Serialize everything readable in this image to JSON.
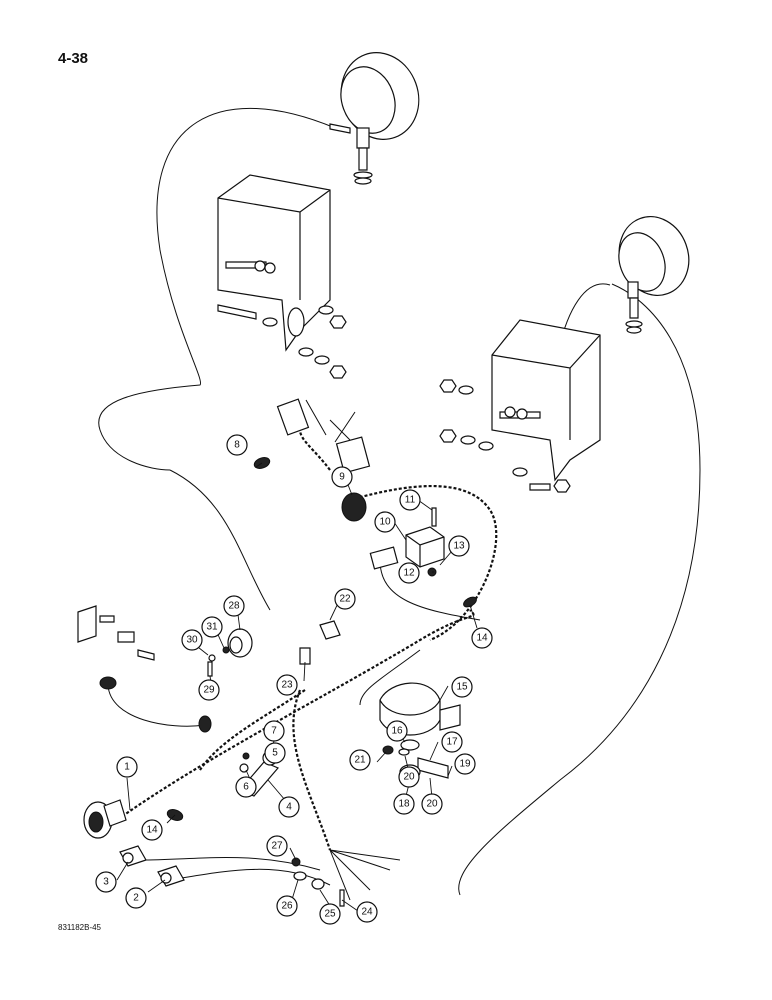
{
  "page": {
    "number": "4-38",
    "drawing_code": "831182B-45"
  },
  "callouts": [
    "1",
    "2",
    "3",
    "4",
    "5",
    "6",
    "7",
    "8",
    "9",
    "10",
    "11",
    "12",
    "13",
    "14",
    "14",
    "15",
    "16",
    "17",
    "18",
    "19",
    "20",
    "20",
    "21",
    "22",
    "23",
    "24",
    "25",
    "26",
    "27",
    "28",
    "29",
    "30",
    "31"
  ]
}
